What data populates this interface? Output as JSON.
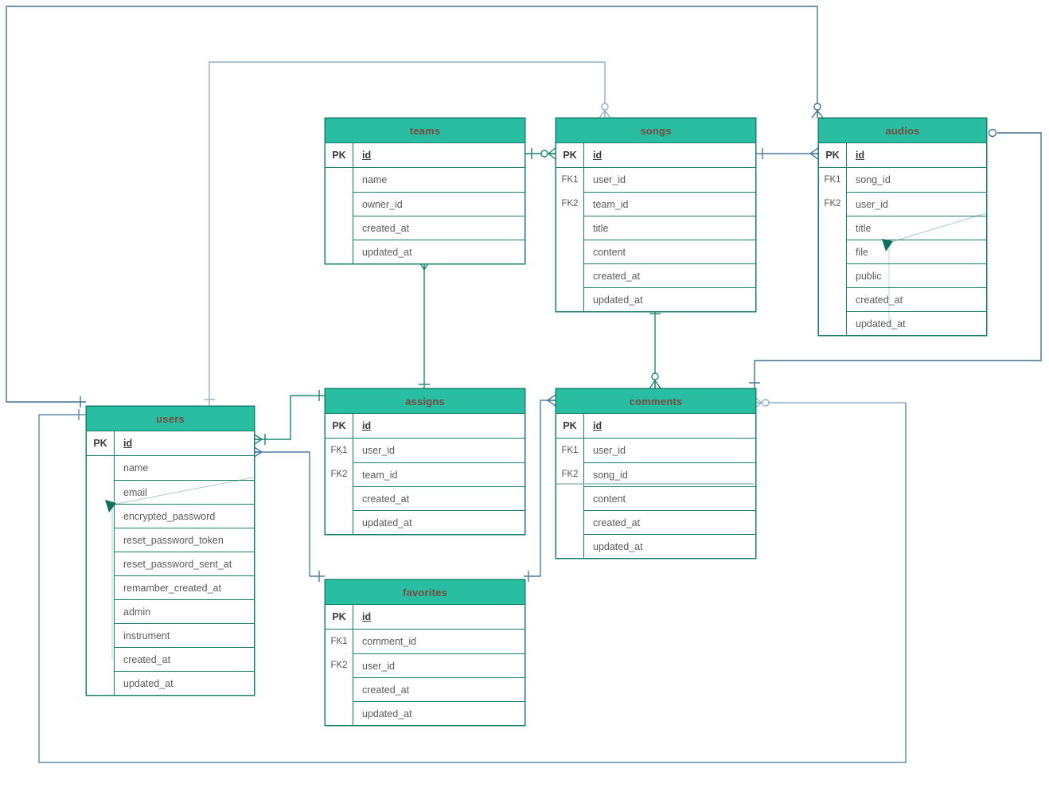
{
  "diagram": {
    "type": "entity-relationship",
    "tables": {
      "teams": {
        "title": "teams",
        "rows": [
          {
            "key": "PK",
            "name": "id",
            "pk": true
          },
          {
            "key": "",
            "name": "name"
          },
          {
            "key": "",
            "name": "owner_id"
          },
          {
            "key": "",
            "name": "created_at"
          },
          {
            "key": "",
            "name": "updated_at"
          }
        ]
      },
      "songs": {
        "title": "songs",
        "rows": [
          {
            "key": "PK",
            "name": "id",
            "pk": true
          },
          {
            "key": "FK1",
            "name": "user_id"
          },
          {
            "key": "FK2",
            "name": "team_id"
          },
          {
            "key": "",
            "name": "title"
          },
          {
            "key": "",
            "name": "content"
          },
          {
            "key": "",
            "name": "created_at"
          },
          {
            "key": "",
            "name": "updated_at"
          }
        ]
      },
      "audios": {
        "title": "audios",
        "rows": [
          {
            "key": "PK",
            "name": "id",
            "pk": true
          },
          {
            "key": "FK1",
            "name": "song_id"
          },
          {
            "key": "FK2",
            "name": "user_id"
          },
          {
            "key": "",
            "name": "title"
          },
          {
            "key": "",
            "name": "file"
          },
          {
            "key": "",
            "name": "public"
          },
          {
            "key": "",
            "name": "created_at"
          },
          {
            "key": "",
            "name": "updated_at"
          }
        ]
      },
      "users": {
        "title": "users",
        "rows": [
          {
            "key": "PK",
            "name": "id",
            "pk": true
          },
          {
            "key": "",
            "name": "name"
          },
          {
            "key": "",
            "name": "email"
          },
          {
            "key": "",
            "name": "encrypted_password"
          },
          {
            "key": "",
            "name": "reset_password_token"
          },
          {
            "key": "",
            "name": "reset_password_sent_at"
          },
          {
            "key": "",
            "name": "remamber_created_at"
          },
          {
            "key": "",
            "name": "admin"
          },
          {
            "key": "",
            "name": "instrument"
          },
          {
            "key": "",
            "name": "created_at"
          },
          {
            "key": "",
            "name": "updated_at"
          }
        ]
      },
      "assigns": {
        "title": "assigns",
        "rows": [
          {
            "key": "PK",
            "name": "id",
            "pk": true
          },
          {
            "key": "FK1",
            "name": "user_id"
          },
          {
            "key": "FK2",
            "name": "team_id"
          },
          {
            "key": "",
            "name": "created_at"
          },
          {
            "key": "",
            "name": "updated_at"
          }
        ]
      },
      "comments": {
        "title": "comments",
        "rows": [
          {
            "key": "PK",
            "name": "id",
            "pk": true
          },
          {
            "key": "FK1",
            "name": "user_id"
          },
          {
            "key": "FK2",
            "name": "song_id"
          },
          {
            "key": "",
            "name": "content"
          },
          {
            "key": "",
            "name": "created_at"
          },
          {
            "key": "",
            "name": "updated_at"
          }
        ]
      },
      "favorites": {
        "title": "favorites",
        "rows": [
          {
            "key": "PK",
            "name": "id",
            "pk": true
          },
          {
            "key": "FK1",
            "name": "comment_id"
          },
          {
            "key": "FK2",
            "name": "user_id"
          },
          {
            "key": "",
            "name": "created_at"
          },
          {
            "key": "",
            "name": "updated_at"
          }
        ]
      }
    },
    "relationships": [
      {
        "from": "teams",
        "to": "songs",
        "from_end": "one",
        "to_end": "zero-or-many"
      },
      {
        "from": "songs",
        "to": "audios",
        "from_end": "one",
        "to_end": "many"
      },
      {
        "from": "teams",
        "to": "assigns",
        "from_end": "many",
        "to_end": "one"
      },
      {
        "from": "songs",
        "to": "comments",
        "from_end": "one",
        "to_end": "zero-or-many"
      },
      {
        "from": "users",
        "to": "assigns",
        "from_end": "one-or-many",
        "to_end": "one"
      },
      {
        "from": "users",
        "to": "favorites",
        "from_end": "many",
        "to_end": "one"
      },
      {
        "from": "comments",
        "to": "favorites",
        "from_end": "many",
        "to_end": "one"
      },
      {
        "from": "users",
        "to": "songs",
        "from_end": "one",
        "to_end": "zero-or-many"
      },
      {
        "from": "users",
        "to": "audios",
        "from_end": "one",
        "to_end": "zero-or-many"
      },
      {
        "from": "users",
        "to": "comments",
        "from_end": "one",
        "to_end": "zero-or-many"
      },
      {
        "from": "audios",
        "to": "comments",
        "from_end": "zero-or-one",
        "to_end": "one"
      }
    ],
    "colors": {
      "header_fill": "#29bda1",
      "table_border": "#17806d",
      "header_text": "#7a4a42",
      "field_text": "#5a5a5a",
      "teal_line": "#1d8573",
      "blue_line": "#4c7ca3",
      "light_blue_line": "#8fb0cd",
      "dark_steel_line": "#40718f",
      "medium_blue_line": "#5e89ae"
    }
  }
}
